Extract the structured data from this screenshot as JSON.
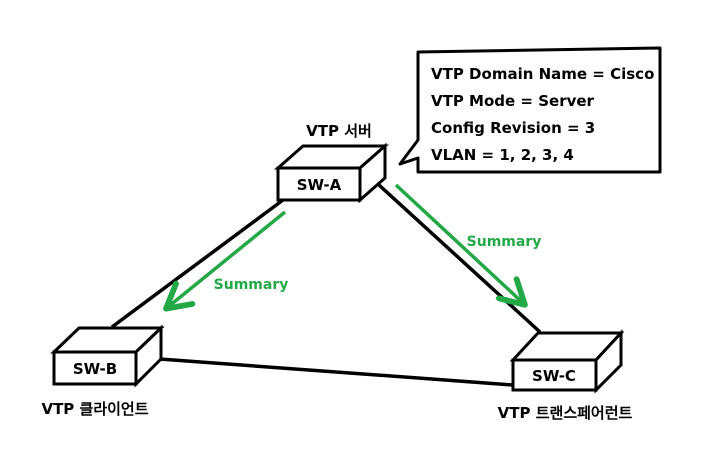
{
  "colors": {
    "line": "#000000",
    "summary_green": "#22a845",
    "background": "#ffffff"
  },
  "switches": {
    "a": {
      "name": "SW-A",
      "role": "VTP 서버"
    },
    "b": {
      "name": "SW-B",
      "role": "VTP 클라이언트"
    },
    "c": {
      "name": "SW-C",
      "role": "VTP 트랜스페어런트"
    }
  },
  "info_box": {
    "lines": [
      "VTP Domain Name = Cisco",
      "VTP Mode = Server",
      "Config Revision = 3",
      "VLAN = 1, 2, 3, 4"
    ]
  },
  "arrows": {
    "to_b": "Summary",
    "to_c": "Summary"
  }
}
